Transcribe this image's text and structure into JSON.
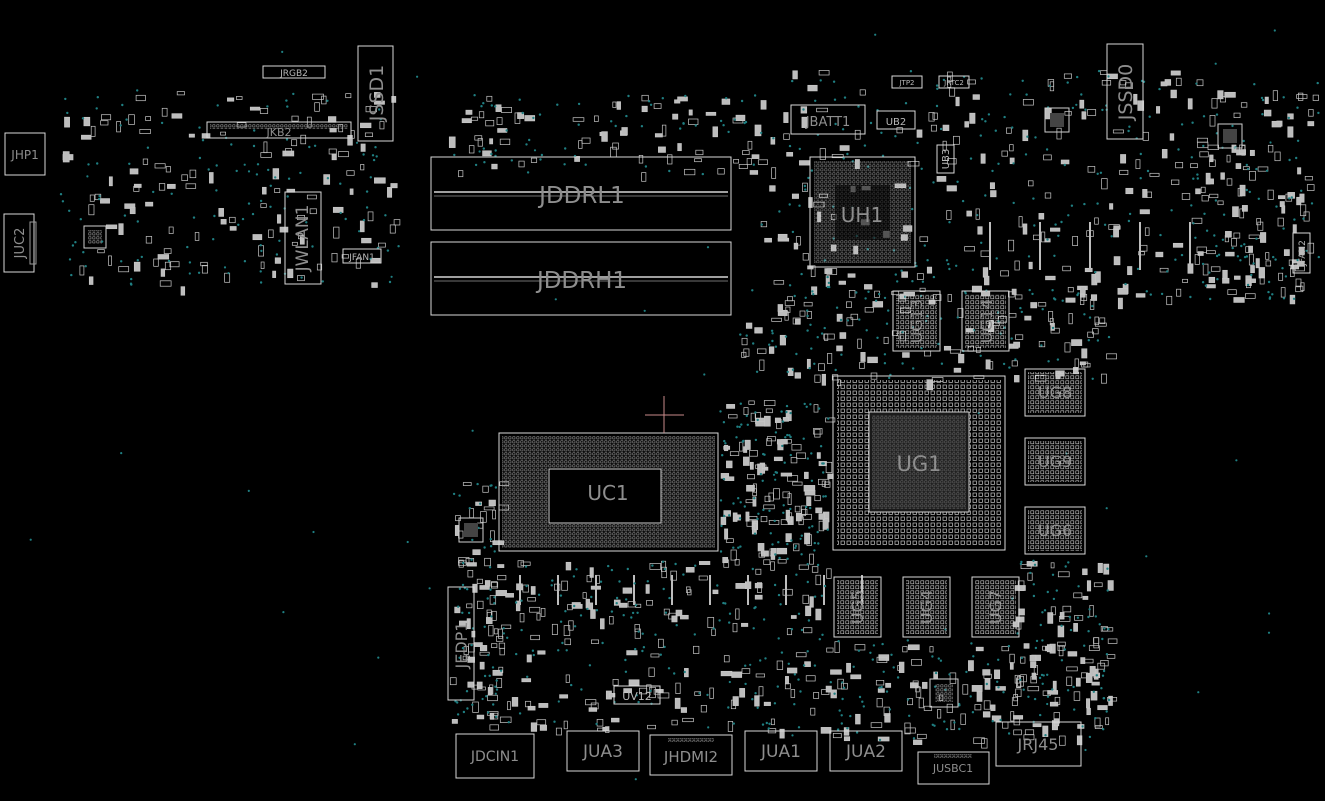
{
  "board": {
    "background": "#000000",
    "outline_color": "#d9d9d9",
    "label_color": "#8e8e8e",
    "via_color": "#1f7f82"
  },
  "components": {
    "JHP1": "JHP1",
    "JUC2": "JUC2",
    "JKB2": "JKB2",
    "JRGB2": "JRGB2",
    "JSSD1": "JSSD1",
    "JWLAN1": "JWLAN1",
    "JFAN1": "JFAN1",
    "JDDRL1": "JDDRL1",
    "JDDRH1": "JDDRH1",
    "JBATT1": "JBATT1",
    "UB2": "UB2",
    "UB3": "UB3",
    "UH1": "UH1",
    "JTP2": "JTP2",
    "JRTC2": "JRTC2",
    "JSSD0": "JSSD0",
    "JFAN2": "JFAN2",
    "UG13": "UG13",
    "UG14": "UG14",
    "UG8": "UG8",
    "UG9": "UG9",
    "UG6": "UG6",
    "UG1": "UG1",
    "UC1": "UC1",
    "UG5": "UG5",
    "UG4": "UG4",
    "UG7": "UG7",
    "JEDP1": "JEDP1",
    "UV12": "UV12",
    "JDCIN1": "JDCIN1",
    "JUA3": "JUA3",
    "JHDMI2": "JHDMI2",
    "JUA1": "JUA1",
    "JUA2": "JUA2",
    "JUSBC1": "JUSBC1",
    "JRJ45": "JRJ45"
  }
}
